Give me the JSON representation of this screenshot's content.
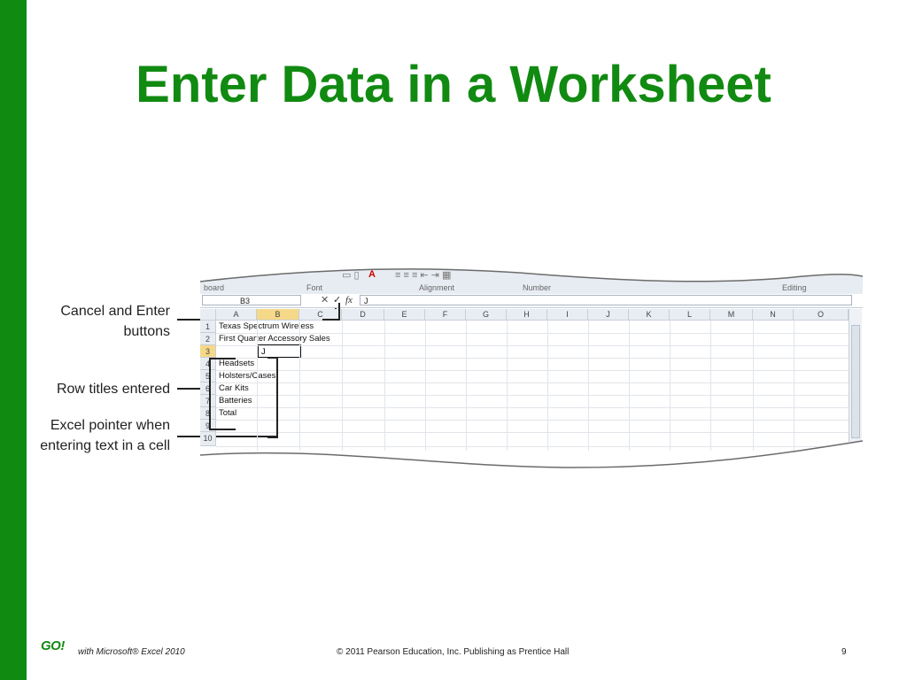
{
  "slide": {
    "title": "Enter Data in a Worksheet",
    "page_number": "9"
  },
  "callouts": {
    "cancel_enter": [
      "Cancel and Enter",
      "buttons"
    ],
    "row_titles": "Row titles entered",
    "pointer": [
      "Excel pointer when",
      "entering text in a cell"
    ]
  },
  "excel": {
    "ribbon_groups": [
      "board",
      "Font",
      "Alignment",
      "Number",
      "Editing"
    ],
    "name_box": "B3",
    "formula_buttons": {
      "cancel": "✕",
      "enter": "✓",
      "fx": "fx"
    },
    "formula_value": "J",
    "columns": [
      "A",
      "B",
      "C",
      "D",
      "E",
      "F",
      "G",
      "H",
      "I",
      "J",
      "K",
      "L",
      "M",
      "N",
      "O"
    ],
    "rows": [
      "1",
      "2",
      "3",
      "4",
      "5",
      "6",
      "7",
      "8",
      "9",
      "10"
    ],
    "cells": {
      "a1": "Texas Spectrum Wireless",
      "a2": "First Quarter Accessory Sales",
      "b3": "J",
      "a4": "Headsets",
      "a5": "Holsters/Cases",
      "a6": "Car Kits",
      "a7": "Batteries",
      "a8": "Total"
    }
  },
  "footer": {
    "logo": "GO!",
    "product": "with Microsoft® Excel 2010",
    "copyright": "© 2011 Pearson Education, Inc. Publishing as Prentice Hall"
  },
  "colors": {
    "accent": "#118a11",
    "selected_header": "#f6d889"
  }
}
